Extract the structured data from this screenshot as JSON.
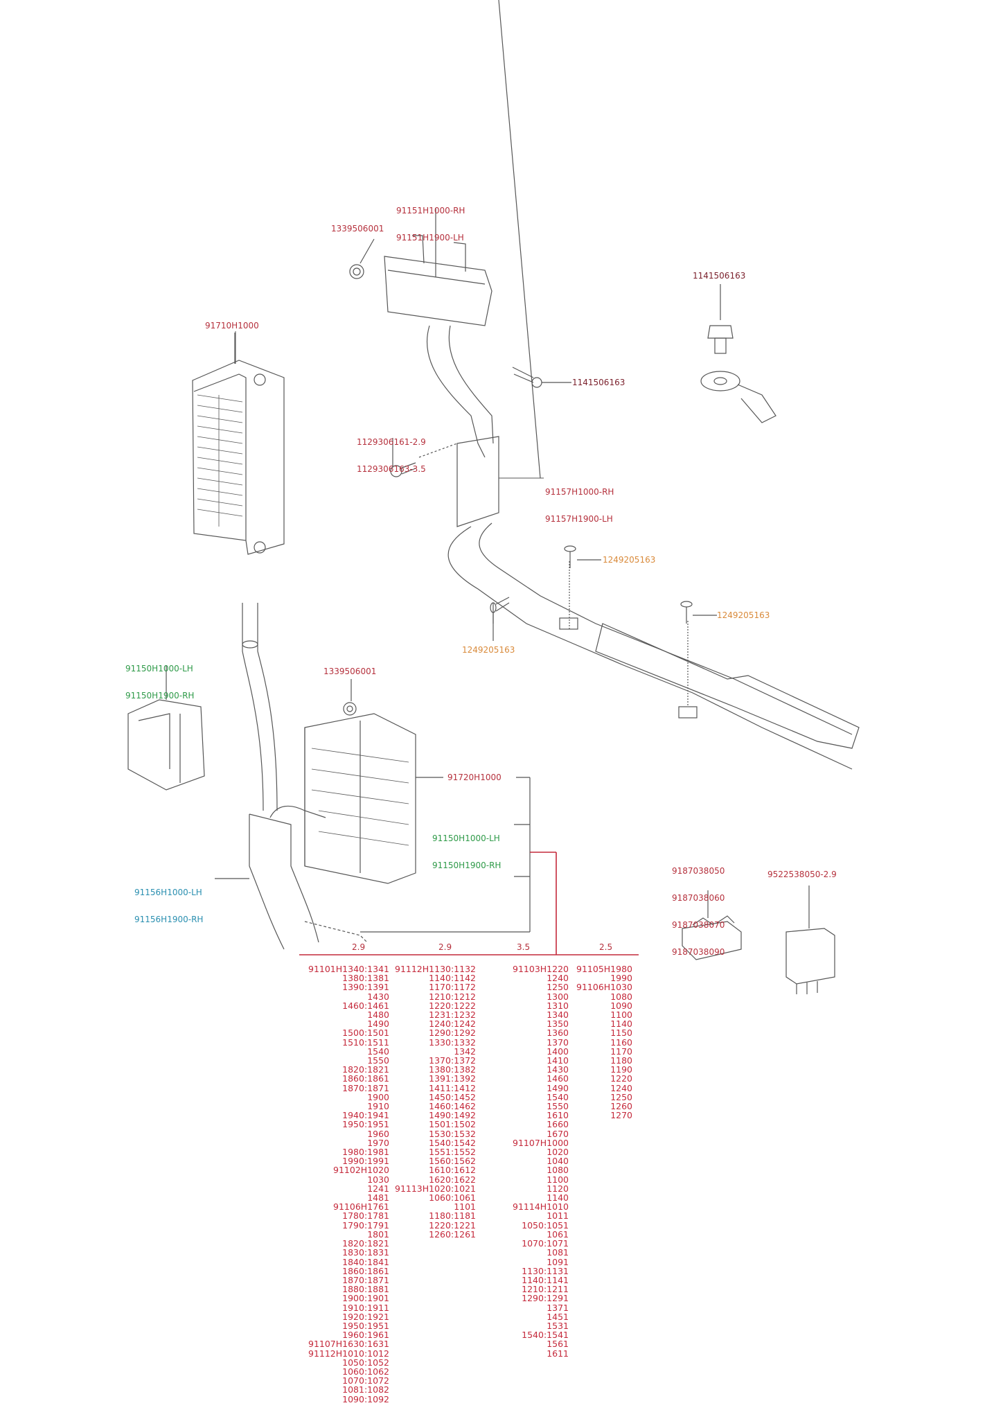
{
  "labels": {
    "relay_box_top": [
      "91151H1000-RH",
      "91151H1900-LH"
    ],
    "nut_top": "1339506001",
    "bolt_ground": "1141506163",
    "bolt_mid": "1141506163",
    "fuse_block_left": "91710H1000",
    "bolt_bracket": [
      "1129306161-2.9",
      "1129306163-3.5"
    ],
    "bracket_mid": [
      "91157H1000-RH",
      "91157H1900-LH"
    ],
    "clip_1": "1249205163",
    "clip_2": "1249205163",
    "clip_3": "1249205163",
    "cover_left": [
      "91150H1000-LH",
      "91150H1900-RH"
    ],
    "nut_lower": "1339506001",
    "junction_box": "91720H1000",
    "cover_group": [
      "91150H1000-LH",
      "91150H1900-RH"
    ],
    "protector": [
      "91156H1000-LH",
      "91156H1900-RH"
    ],
    "fuses": [
      "9187038050",
      "9187038060",
      "9187038070",
      "9187038090"
    ],
    "relay": "9522538050-2.9"
  },
  "table": {
    "headers": [
      "2.9",
      "2.9",
      "3.5",
      "2.5"
    ],
    "columns": [
      [
        "91101H1340:1341",
        "1380:1381",
        "1390:1391",
        "1430",
        "1460:1461",
        "1480",
        "1490",
        "1500:1501",
        "1510:1511",
        "1540",
        "1550",
        "1820:1821",
        "1860:1861",
        "1870:1871",
        "1900",
        "1910",
        "1940:1941",
        "1950:1951",
        "1960",
        "1970",
        "1980:1981",
        "1990:1991",
        "91102H1020",
        "1030",
        "1241",
        "1481",
        "91106H1761",
        "1780:1781",
        "1790:1791",
        "1801",
        "1820:1821",
        "1830:1831",
        "1840:1841",
        "1860:1861",
        "1870:1871",
        "1880:1881",
        "1900:1901",
        "1910:1911",
        "1920:1921",
        "1950:1951",
        "1960:1961",
        "91107H1630:1631",
        "91112H1010:1012",
        "1050:1052",
        "1060:1062",
        "1070:1072",
        "1081:1082",
        "1090:1092"
      ],
      [
        "91112H1130:1132",
        "1140:1142",
        "1170:1172",
        "1210:1212",
        "1220:1222",
        "1231:1232",
        "1240:1242",
        "1290:1292",
        "1330:1332",
        "1342",
        "1370:1372",
        "1380:1382",
        "1391:1392",
        "1411:1412",
        "1450:1452",
        "1460:1462",
        "1490:1492",
        "1501:1502",
        "1530:1532",
        "1540:1542",
        "1551:1552",
        "1560:1562",
        "1610:1612",
        "1620:1622",
        "91113H1020:1021",
        "1060:1061",
        "1101",
        "1180:1181",
        "1220:1221",
        "1260:1261"
      ],
      [
        "91103H1220",
        "1240",
        "1250",
        "1300",
        "1310",
        "1340",
        "1350",
        "1360",
        "1370",
        "1400",
        "1410",
        "1430",
        "1460",
        "1490",
        "1540",
        "1550",
        "1610",
        "1660",
        "1670",
        "91107H1000",
        "1020",
        "1040",
        "1080",
        "1100",
        "1120",
        "1140",
        "91114H1010",
        "1011",
        "1050:1051",
        "1061",
        "1070:1071",
        "1081",
        "1091",
        "1130:1131",
        "1140:1141",
        "1210:1211",
        "1290:1291",
        "1371",
        "1451",
        "1531",
        "1540:1541",
        "1561",
        "1611"
      ],
      [
        "91105H1980",
        "1990",
        "91106H1030",
        "1080",
        "1090",
        "1100",
        "1140",
        "1150",
        "1160",
        "1170",
        "1180",
        "1190",
        "1220",
        "1240",
        "1250",
        "1260",
        "1270"
      ]
    ]
  },
  "colors": {
    "part_red": "#b5303c",
    "part_darkred": "#7a1f2b",
    "part_green": "#2e9a48",
    "part_blue": "#2a8fb0",
    "part_orange": "#d98a3a",
    "line_gray": "#555555"
  }
}
